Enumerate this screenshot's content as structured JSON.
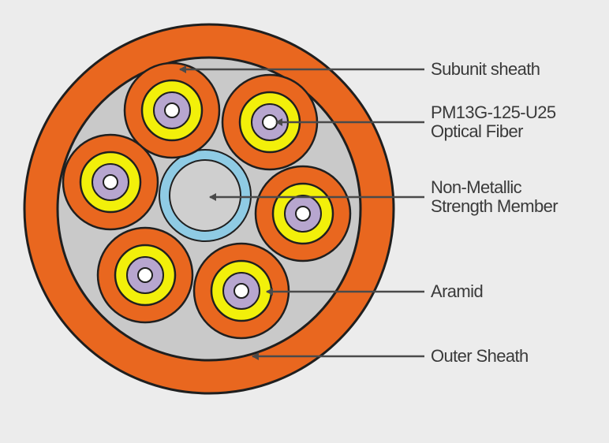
{
  "colors": {
    "background": "#ececec",
    "outer_sheath": "#e9671f",
    "outline": "#1f1f1f",
    "filler": "#c9c9c9",
    "subunit": "#e9671f",
    "aramid_ring": "#f2f00a",
    "buffer": "#b7a6cf",
    "fiber_core": "#ffffff",
    "strength_ring": "#8fcbe4",
    "strength_core": "#cfcfcf",
    "leader": "#4a4a4a",
    "text": "#3a3a3a"
  },
  "labels": {
    "subunit_sheath": "Subunit sheath",
    "optical_fiber_line1": "PM13G-125-U25",
    "optical_fiber_line2": "Optical Fiber",
    "strength_line1": "Non-Metallic",
    "strength_line2": "Strength Member",
    "aramid": "Aramid",
    "outer_sheath": "Outer Sheath"
  }
}
